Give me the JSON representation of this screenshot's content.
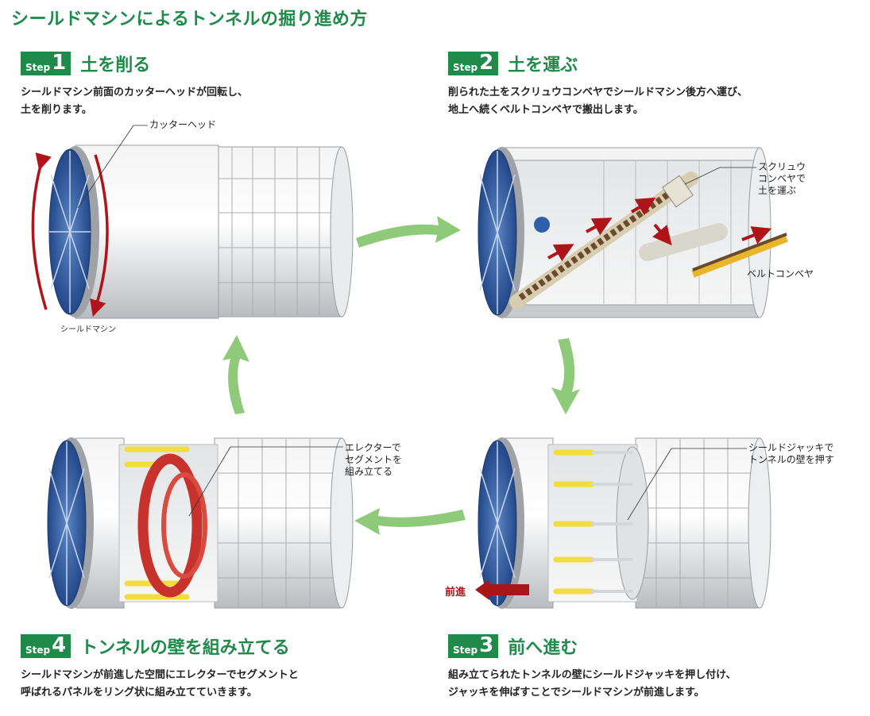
{
  "title": "シールドマシンによるトンネルの掘り進め方",
  "step_word": "Step",
  "steps": [
    {
      "num": "1",
      "name": "土を削る",
      "lines": [
        "シールドマシン前面のカッターヘッドが回転し、",
        "土を削ります。"
      ]
    },
    {
      "num": "2",
      "name": "土を運ぶ",
      "lines": [
        "削られた土をスクリュウコンベヤでシールドマシン後方へ運び、",
        "地上へ続くベルトコンベヤで搬出します。"
      ]
    },
    {
      "num": "3",
      "name": "前へ進む",
      "lines": [
        "組み立てられたトンネルの壁にシールドジャッキを押し付け、",
        "ジャッキを伸ばすことでシールドマシンが前進します。"
      ]
    },
    {
      "num": "4",
      "name": "トンネルの壁を組み立てる",
      "lines": [
        "シールドマシンが前進した空間にエレクターでセグメントと",
        "呼ばれるパネルをリング状に組み立てていきます。"
      ]
    }
  ],
  "labels": {
    "cutter_head": "カッターヘッド",
    "shield_machine": "シールドマシン",
    "screw_conveyor": [
      "スクリュウ",
      "コンベヤで",
      "土を運ぶ"
    ],
    "belt_conveyor": "ベルトコンベヤ",
    "jack": [
      "シールドジャッキで",
      "トンネルの壁を押す"
    ],
    "erector": [
      "エレクターで",
      "セグメントを",
      "組み立てる"
    ],
    "forward": "前進"
  },
  "colors": {
    "green_title": "#1f8a4a",
    "cycle_arrow": "#8fc97a",
    "cutter_blue": "#2f5fa8",
    "rotation_red": "#b0141b",
    "erector_red": "#c8322c",
    "jack_yellow": "#f2dd3a",
    "soil_brown": "#6b4a2b"
  }
}
